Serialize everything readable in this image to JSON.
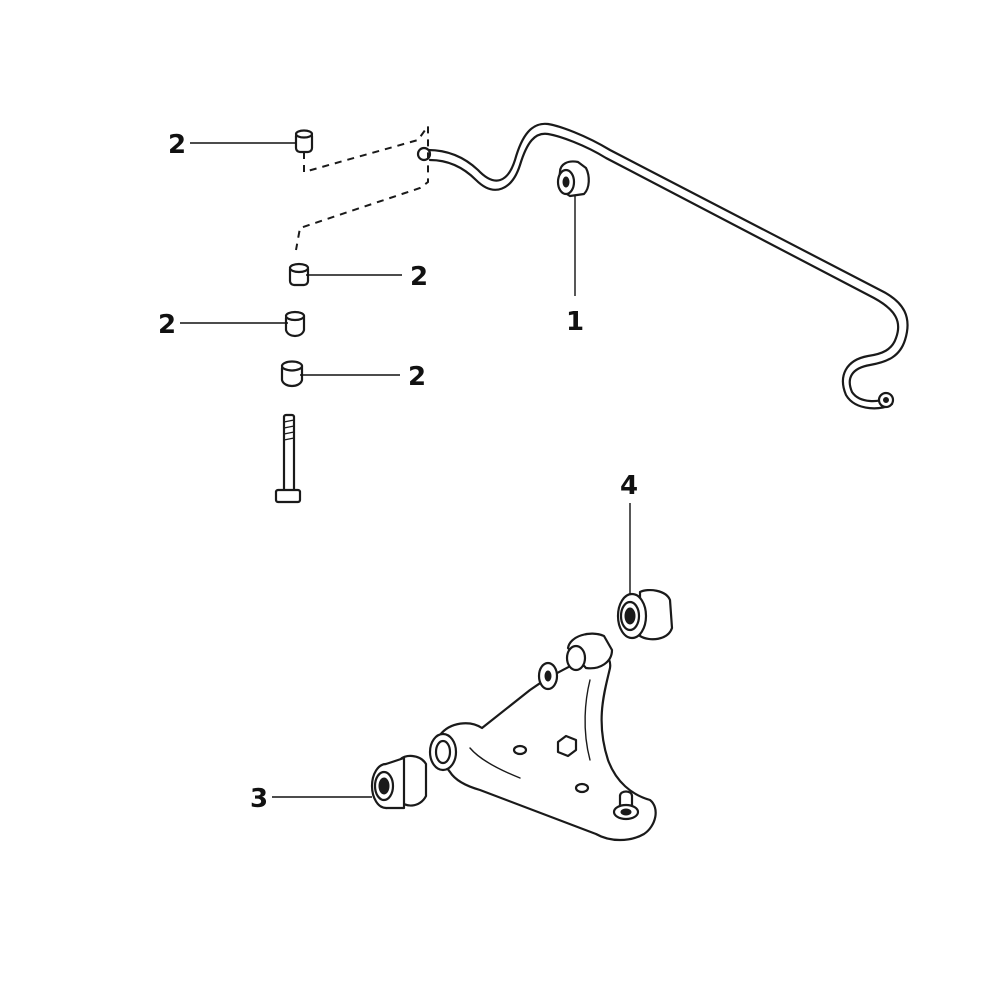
{
  "callouts": [
    {
      "id": "c1",
      "label": "1",
      "part": "stabilizer-bar-bushing"
    },
    {
      "id": "c2a",
      "label": "2",
      "part": "link-bushing-upper"
    },
    {
      "id": "c2b",
      "label": "2",
      "part": "link-bushing-second"
    },
    {
      "id": "c2c",
      "label": "2",
      "part": "link-bushing-third"
    },
    {
      "id": "c2d",
      "label": "2",
      "part": "link-bushing-fourth"
    },
    {
      "id": "c3",
      "label": "3",
      "part": "control-arm-rear-bushing"
    },
    {
      "id": "c4",
      "label": "4",
      "part": "control-arm-front-bushing"
    }
  ]
}
